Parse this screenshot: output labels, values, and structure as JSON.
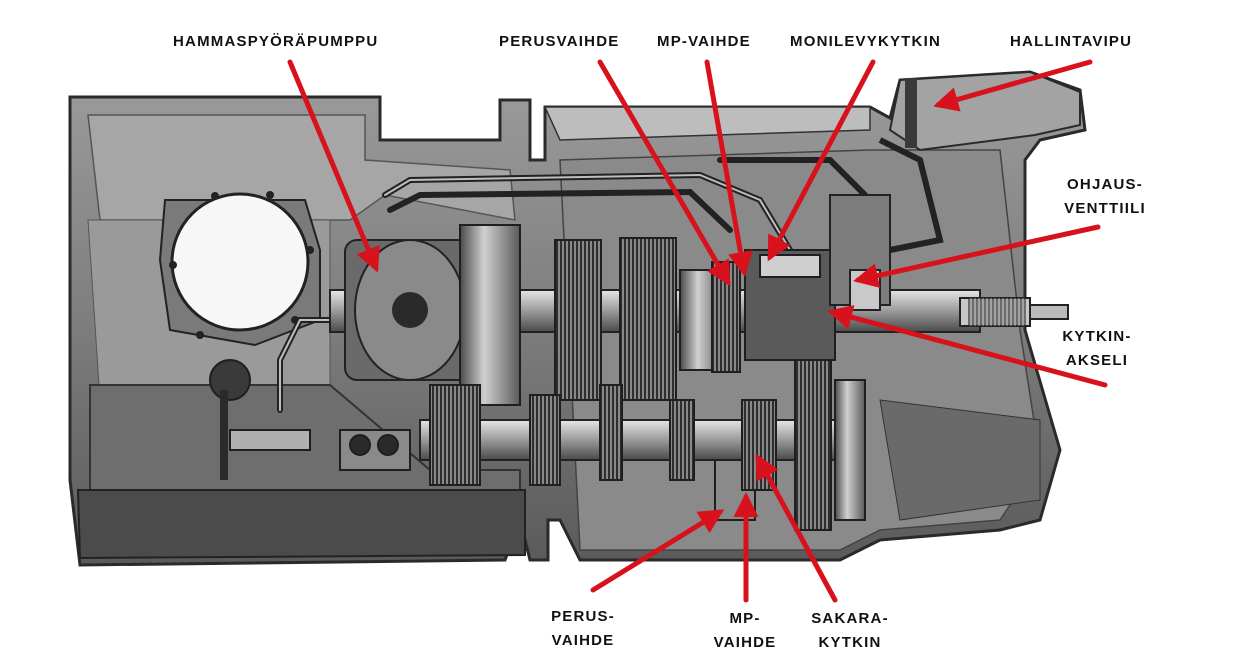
{
  "labels": {
    "gear_pump": "HAMMASPYÖRÄPUMPPU",
    "base_gear_top": "PERUSVAIHDE",
    "mp_gear_top": "MP-VAIHDE",
    "multiplate_clutch": "MONILEVYKYTKIN",
    "control_lever": "HALLINTAVIPU",
    "control_valve_line1": "OHJAUS-",
    "control_valve_line2": "VENTTIILI",
    "clutch_shaft_line1": "KYTKIN-",
    "clutch_shaft_line2": "AKSELI",
    "base_gear_bottom_line1": "PERUS-",
    "base_gear_bottom_line2": "VAIHDE",
    "mp_gear_bottom_line1": "MP-",
    "mp_gear_bottom_line2": "VAIHDE",
    "dog_clutch_line1": "SAKARA-",
    "dog_clutch_line2": "KYTKIN"
  },
  "colors": {
    "arrow": "#d8121c",
    "label": "#111111",
    "casing": "#8f8f8f",
    "casing_dark": "#3b3b3b",
    "metal": "#b8b8b8"
  }
}
